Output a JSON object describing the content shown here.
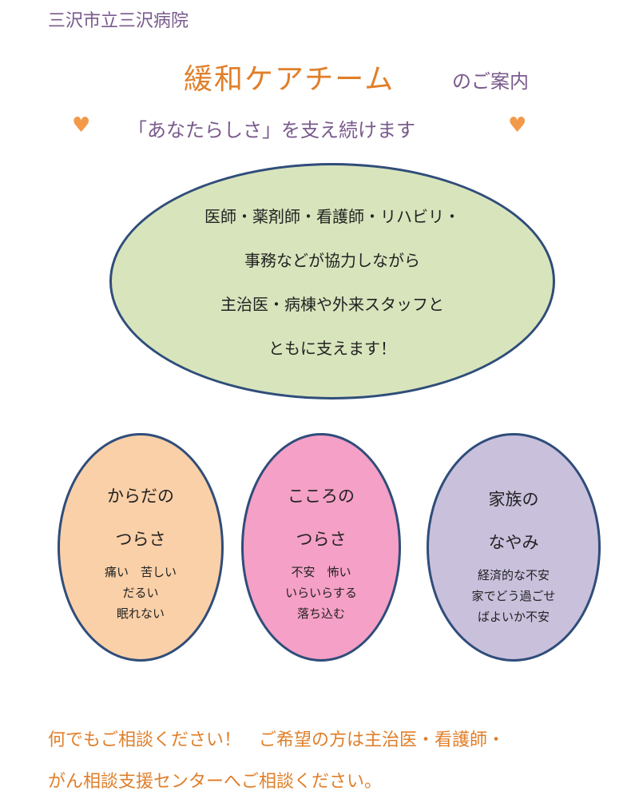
{
  "header": {
    "hospital": "三沢市立三沢病院",
    "title": "緩和ケアチーム",
    "title_suffix": "のご案内",
    "slogan": "「あなたらしさ」を支え続けます",
    "heart": "♥"
  },
  "team": {
    "lines": [
      "医師・薬剤師・看護師・リハビリ・",
      "事務などが協力しながら",
      "主治医・病棟や外来スタッフと",
      "ともに支えます！"
    ]
  },
  "circles": [
    {
      "title1": "からだの",
      "title2": "つらさ",
      "lines": [
        "痛い　苦しい",
        "だるい",
        "眠れない"
      ],
      "color": "#fad0a8"
    },
    {
      "title1": "こころの",
      "title2": "つらさ",
      "lines": [
        "不安　怖い",
        "いらいらする",
        "落ち込む"
      ],
      "color": "#f5a0c6"
    },
    {
      "title1": "家族の",
      "title2": "なやみ",
      "lines": [
        "経済的な不安",
        "家でどう過ごせ",
        "ばよいか不安"
      ],
      "color": "#c9c0dc"
    }
  ],
  "footer": {
    "line1": "何でもご相談ください！　ご希望の方は主治医・看護師・",
    "line2": "がん相談支援センターへご相談ください。"
  },
  "colors": {
    "accent": "#e07f2a",
    "purple_text": "#7a5a8c",
    "ellipse_border": "#2f4d7a",
    "big_ellipse_fill": "#d8e4bc"
  }
}
